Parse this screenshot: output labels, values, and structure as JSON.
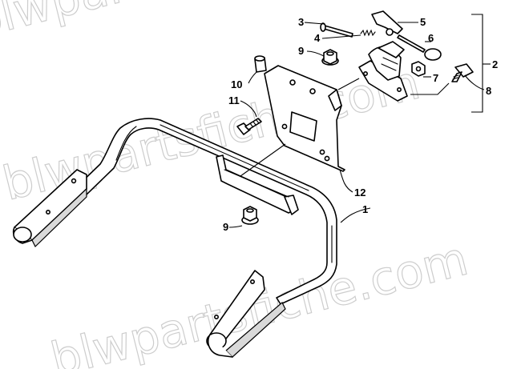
{
  "watermark": {
    "text": "blwpartsfiche.com"
  },
  "callouts": [
    {
      "id": "1",
      "label": "1"
    },
    {
      "id": "2",
      "label": "2"
    },
    {
      "id": "3",
      "label": "3"
    },
    {
      "id": "4",
      "label": "4"
    },
    {
      "id": "5",
      "label": "5"
    },
    {
      "id": "6",
      "label": "6"
    },
    {
      "id": "7",
      "label": "7"
    },
    {
      "id": "8",
      "label": "8"
    },
    {
      "id": "9a",
      "label": "9"
    },
    {
      "id": "9b",
      "label": "9"
    },
    {
      "id": "10",
      "label": "10"
    },
    {
      "id": "11",
      "label": "11"
    },
    {
      "id": "12",
      "label": "12"
    }
  ]
}
